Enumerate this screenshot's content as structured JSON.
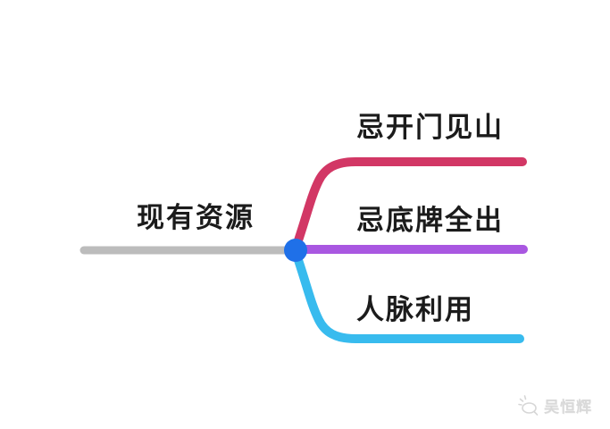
{
  "page": {
    "background_color": "#ffffff",
    "text_color": "#1b1b1b"
  },
  "mindmap": {
    "root": {
      "label": "现有资源",
      "line_color": "#bcbcbc",
      "node_color": "#1f70e8"
    },
    "branches": [
      {
        "label": "忌开门见山",
        "color": "#d23765",
        "position": "top"
      },
      {
        "label": "忌底牌全出",
        "color": "#a957e1",
        "position": "middle"
      },
      {
        "label": "人脉利用",
        "color": "#38bbee",
        "position": "bottom"
      }
    ]
  },
  "watermark": {
    "author": "吴恒辉",
    "icon": "hand-logo-icon",
    "color": "#d9d9d9"
  }
}
